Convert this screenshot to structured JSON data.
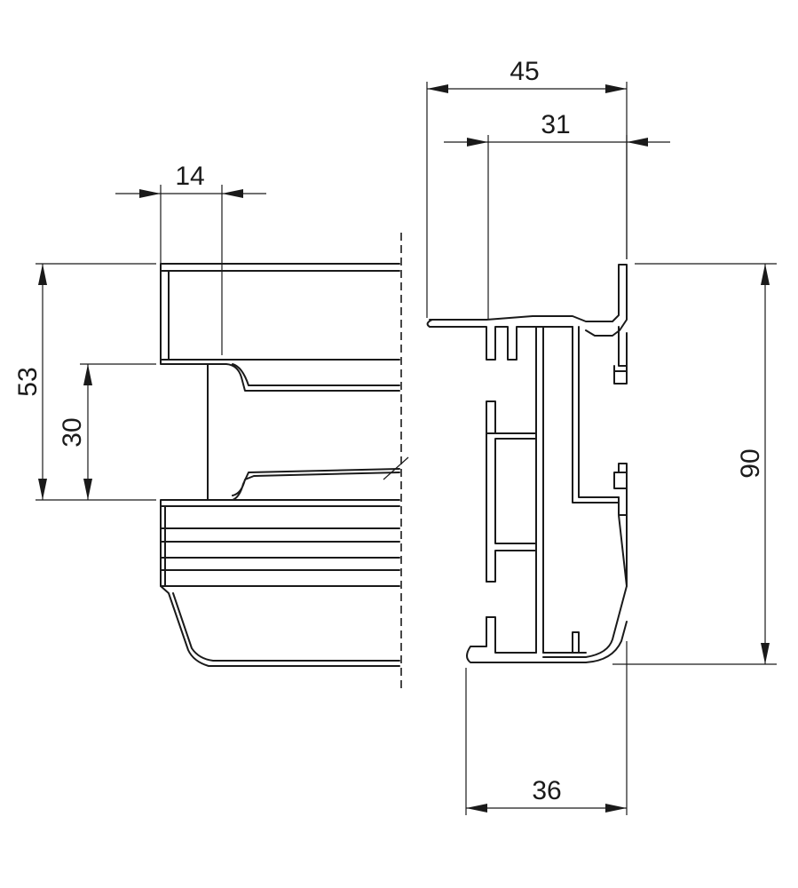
{
  "dimensions": {
    "width_45": "45",
    "width_31": "31",
    "width_14": "14",
    "height_53": "53",
    "height_30": "30",
    "height_90": "90",
    "width_36": "36"
  }
}
